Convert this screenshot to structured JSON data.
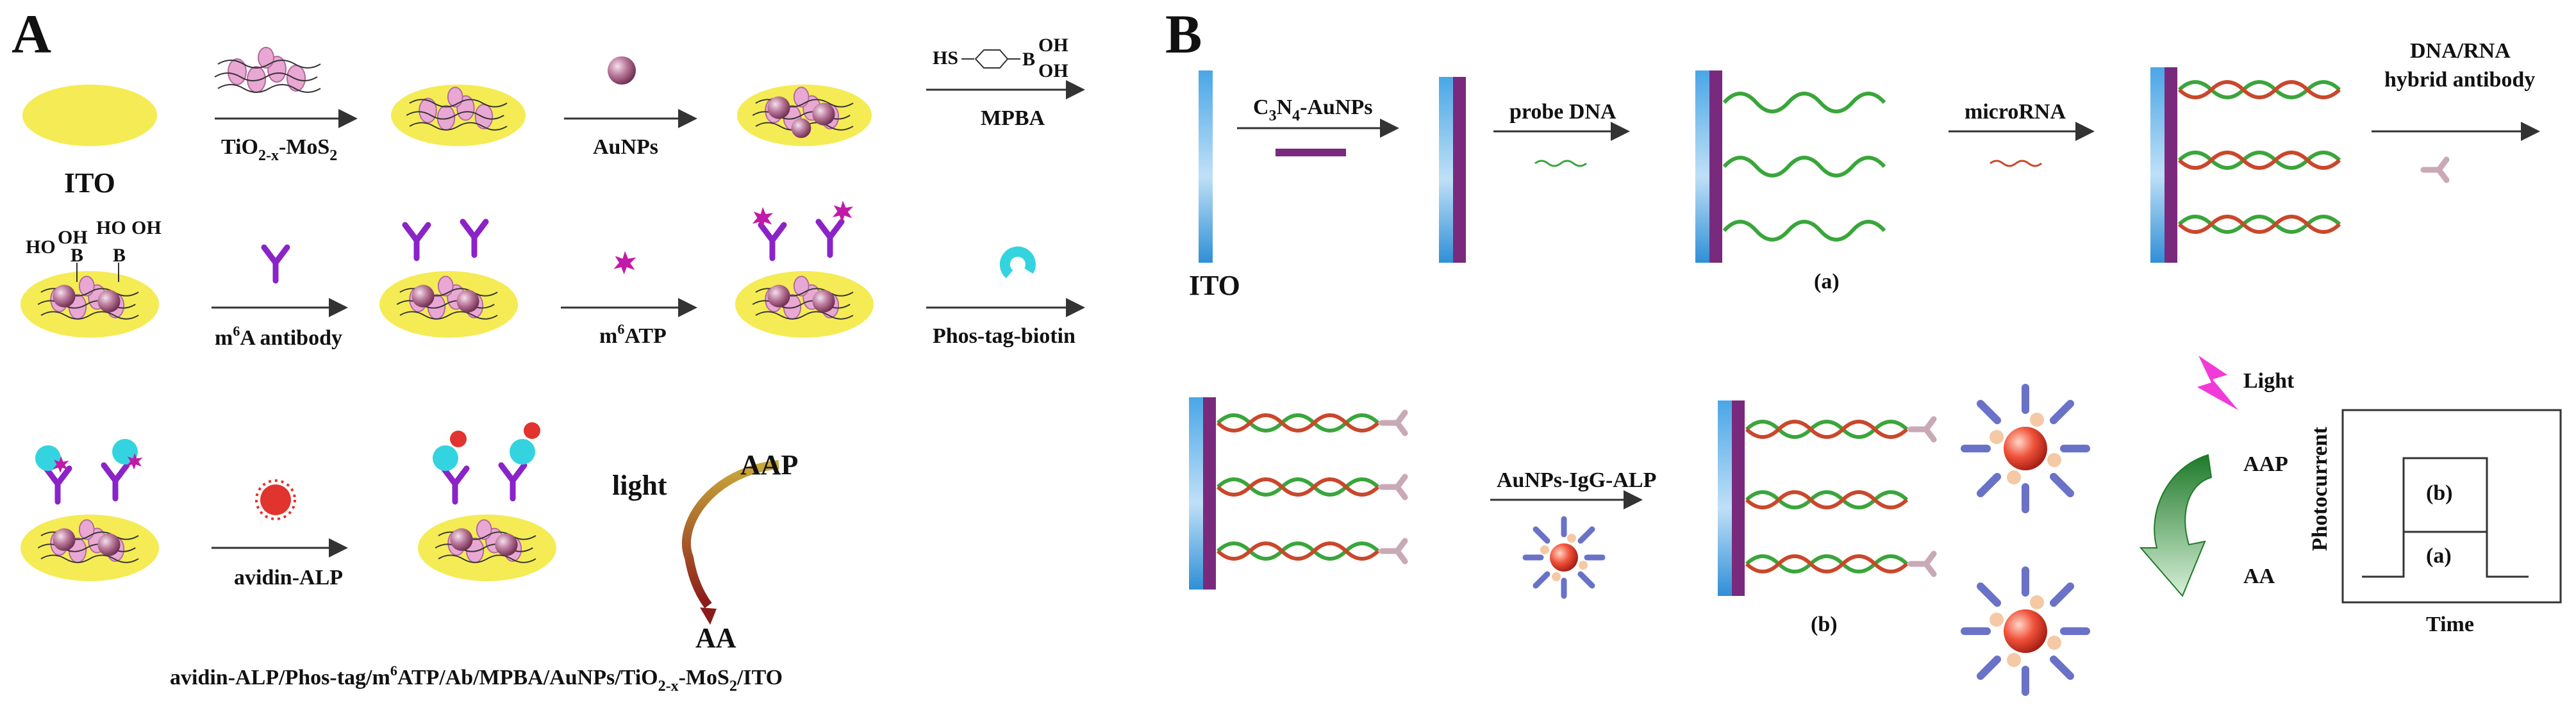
{
  "panel_a": {
    "letter": "A",
    "row1": {
      "substrate_label": "ITO",
      "step1_label_main": "TiO",
      "step1_label_sub": "2-x",
      "step1_label_rest": "-MoS",
      "step1_label_sub2": "2",
      "step2_label": "AuNPs",
      "step3_label": "MPBA",
      "mpba_hs": "HS",
      "mpba_b": "B",
      "mpba_oh1": "OH",
      "mpba_oh2": "OH"
    },
    "row2": {
      "boronic_b1": "B",
      "boronic_b2": "B",
      "boronic_ho1": "HO",
      "boronic_oh1": "OH",
      "boronic_ho2": "HO",
      "boronic_oh2": "OH",
      "step4_label_pre": "m",
      "step4_label_sup": "6",
      "step4_label_post": "A antibody",
      "step5_label_pre": "m",
      "step5_label_sup": "6",
      "step5_label_post": "ATP",
      "step6_label": "Phos-tag-biotin"
    },
    "row3": {
      "step7_label": "avidin-ALP",
      "light_label": "light",
      "aap_label": "AAP",
      "aa_label": "AA",
      "final_label_pre": "avidin-ALP/Phos-tag/m",
      "final_label_sup": "6",
      "final_label_mid": "ATP/Ab/MPBA/AuNPs/TiO",
      "final_label_sub1": "2-x",
      "final_label_mid2": "-MoS",
      "final_label_sub2": "2",
      "final_label_end": "/ITO"
    }
  },
  "panel_b": {
    "letter": "B",
    "row1": {
      "ito_label": "ITO",
      "step1_pre": "C",
      "step1_sub1": "3",
      "step1_mid": "N",
      "step1_sub2": "4",
      "step1_post": "-AuNPs",
      "step2_label": "probe DNA",
      "mark_a": "(a)",
      "step3_label": "microRNA",
      "step4_line1": "DNA/RNA",
      "step4_line2": "hybrid antibody"
    },
    "row2": {
      "step5_label": "AuNPs-IgG-ALP",
      "mark_b": "(b)",
      "light_label": "Light",
      "aap_label": "AAP",
      "aa_label": "AA",
      "graph_ylabel": "Photocurrent",
      "graph_xlabel": "Time",
      "graph_mark_b": "(b)",
      "graph_mark_a": "(a)"
    }
  },
  "colors": {
    "ito_yellow": "#f5ec55",
    "nanoparticle_pink": "#e9a7d4",
    "gold_np": "#b97a9c",
    "antibody_purple": "#8a24c8",
    "atp_magenta": "#c21aa8",
    "phostag_cyan": "#33d4e0",
    "alp_red": "#e2342e",
    "electrode_blue": "#3f9fe0",
    "electrode_purple": "#7a2a7c",
    "dna_green": "#3aa53a",
    "rna_red": "#c9472a",
    "hybrid_ab": "#c8a9b5",
    "igg_blue": "#6a72c8",
    "light_pink": "#f23ad8"
  }
}
